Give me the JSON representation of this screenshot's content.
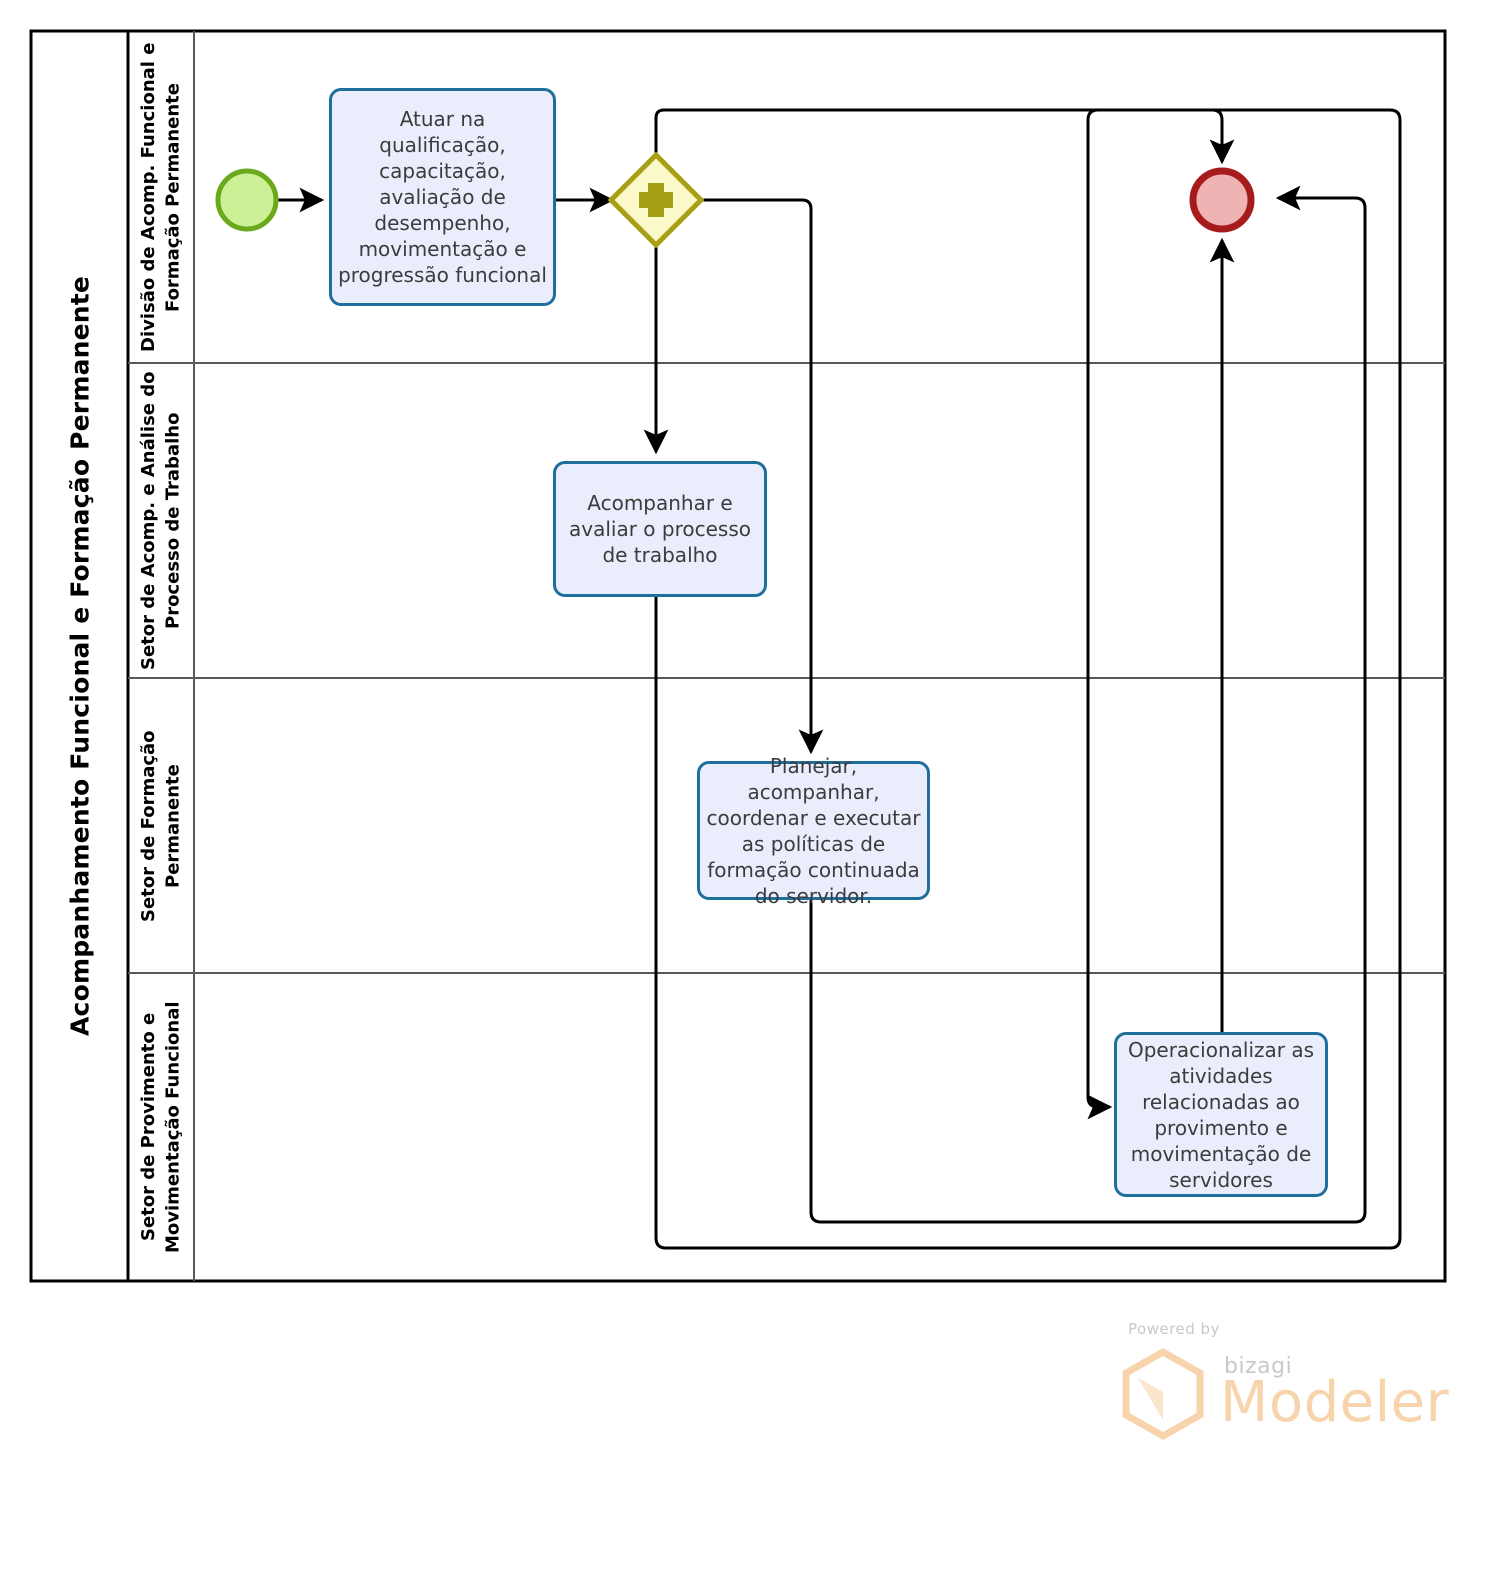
{
  "diagram": {
    "type": "bpmn-process-diagram",
    "pool": {
      "title": "Acompanhamento Funcional e Formação Permanente"
    },
    "lanes": [
      {
        "id": "lane-1",
        "label": "Divisão de Acomp. Funcional e Formação Permanente"
      },
      {
        "id": "lane-2",
        "label": "Setor de Acomp. e Análise do Processo de Trabalho"
      },
      {
        "id": "lane-3",
        "label": "Setor de Formação Permanente"
      },
      {
        "id": "lane-4",
        "label": "Setor de Provimento e Movimentação Funcional"
      }
    ],
    "events": [
      {
        "id": "start-event",
        "kind": "start",
        "lane": "lane-1",
        "fill": "#ccf095",
        "stroke": "#6aa81e"
      },
      {
        "id": "end-event",
        "kind": "end",
        "lane": "lane-1",
        "fill": "#f0b3b3",
        "stroke": "#a61c1c"
      }
    ],
    "gateways": [
      {
        "id": "parallel-gateway",
        "kind": "parallel",
        "lane": "lane-1",
        "fill": "#fbf9c8",
        "stroke": "#a6a016",
        "symbol": "plus"
      }
    ],
    "tasks": [
      {
        "id": "task-1",
        "lane": "lane-1",
        "label": "Atuar na qualificação, capacitação, avaliação de desempenho, movimentação e progressão funcional",
        "lines": [
          "Atuar na",
          "qualificação,",
          "capacitação,",
          "avaliação de",
          "desempenho,",
          "movimentação e",
          "progressão funcional"
        ]
      },
      {
        "id": "task-2",
        "lane": "lane-2",
        "label": "Acompanhar e avaliar o processo de trabalho",
        "lines": [
          "Acompanhar e",
          "avaliar o processo",
          "de trabalho"
        ]
      },
      {
        "id": "task-3",
        "lane": "lane-3",
        "label": "Planejar, acompanhar, coordenar e executar as políticas de formação continuada do servidor.",
        "lines": [
          "Planejar, acompanhar,",
          "coordenar e executar",
          "as políticas de",
          "formação continuada",
          "do servidor."
        ]
      },
      {
        "id": "task-4",
        "lane": "lane-4",
        "label": "Operacionalizar as atividades relacionadas ao provimento e movimentação de servidores",
        "lines": [
          "Operacionalizar as",
          "atividades",
          "relacionadas ao",
          "provimento e",
          "movimentação de",
          "servidores"
        ]
      }
    ],
    "colors": {
      "task_fill": "#eaeefc",
      "task_stroke": "#1f6f9c",
      "gateway_fill": "#fbf9c8",
      "gateway_stroke": "#a6a016",
      "start_fill": "#ccf095",
      "start_stroke": "#6aa81e",
      "end_fill": "#f0b3b3",
      "end_stroke": "#a61c1c",
      "flow_line": "#000000",
      "lane_border": "#595959",
      "pool_border": "#000000"
    }
  },
  "watermark": {
    "powered_by": "Powered by",
    "brand": "bizagi",
    "product": "Modeler"
  }
}
